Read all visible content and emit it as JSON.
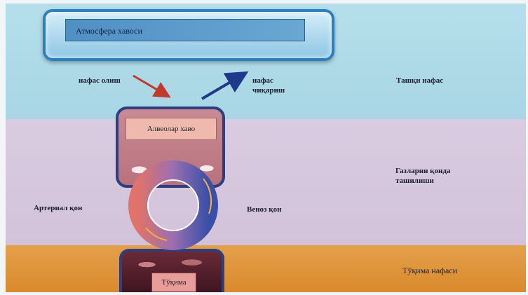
{
  "diagram": {
    "atmosphere_label": "Атмосфера хавоси",
    "inhale_label": "нафас олиш",
    "exhale_label": "нафас чиқариш",
    "external_breathing_label": "Ташқи нафас",
    "alveolar_air_label": "Алвеолар хаво",
    "gas_exchange_label": "Газларни қонда ташилиши",
    "arterial_blood_label": "Артериал қон",
    "venous_blood_label": "Веноз қон",
    "tissue_label": "Тўқима",
    "tissue_respiration_label": "Тўқима нафаси"
  },
  "colors": {
    "air_band": "#b4dfea",
    "blood_band": "#d9cbe0",
    "tissue_band": "#e4a04a",
    "arterial_arrow": "#c0392b",
    "venous_arrow": "#1f3a8a",
    "ring_arterial": "#e0736a",
    "ring_venous": "#3a4fa8",
    "box_border": "#2c3f82"
  }
}
